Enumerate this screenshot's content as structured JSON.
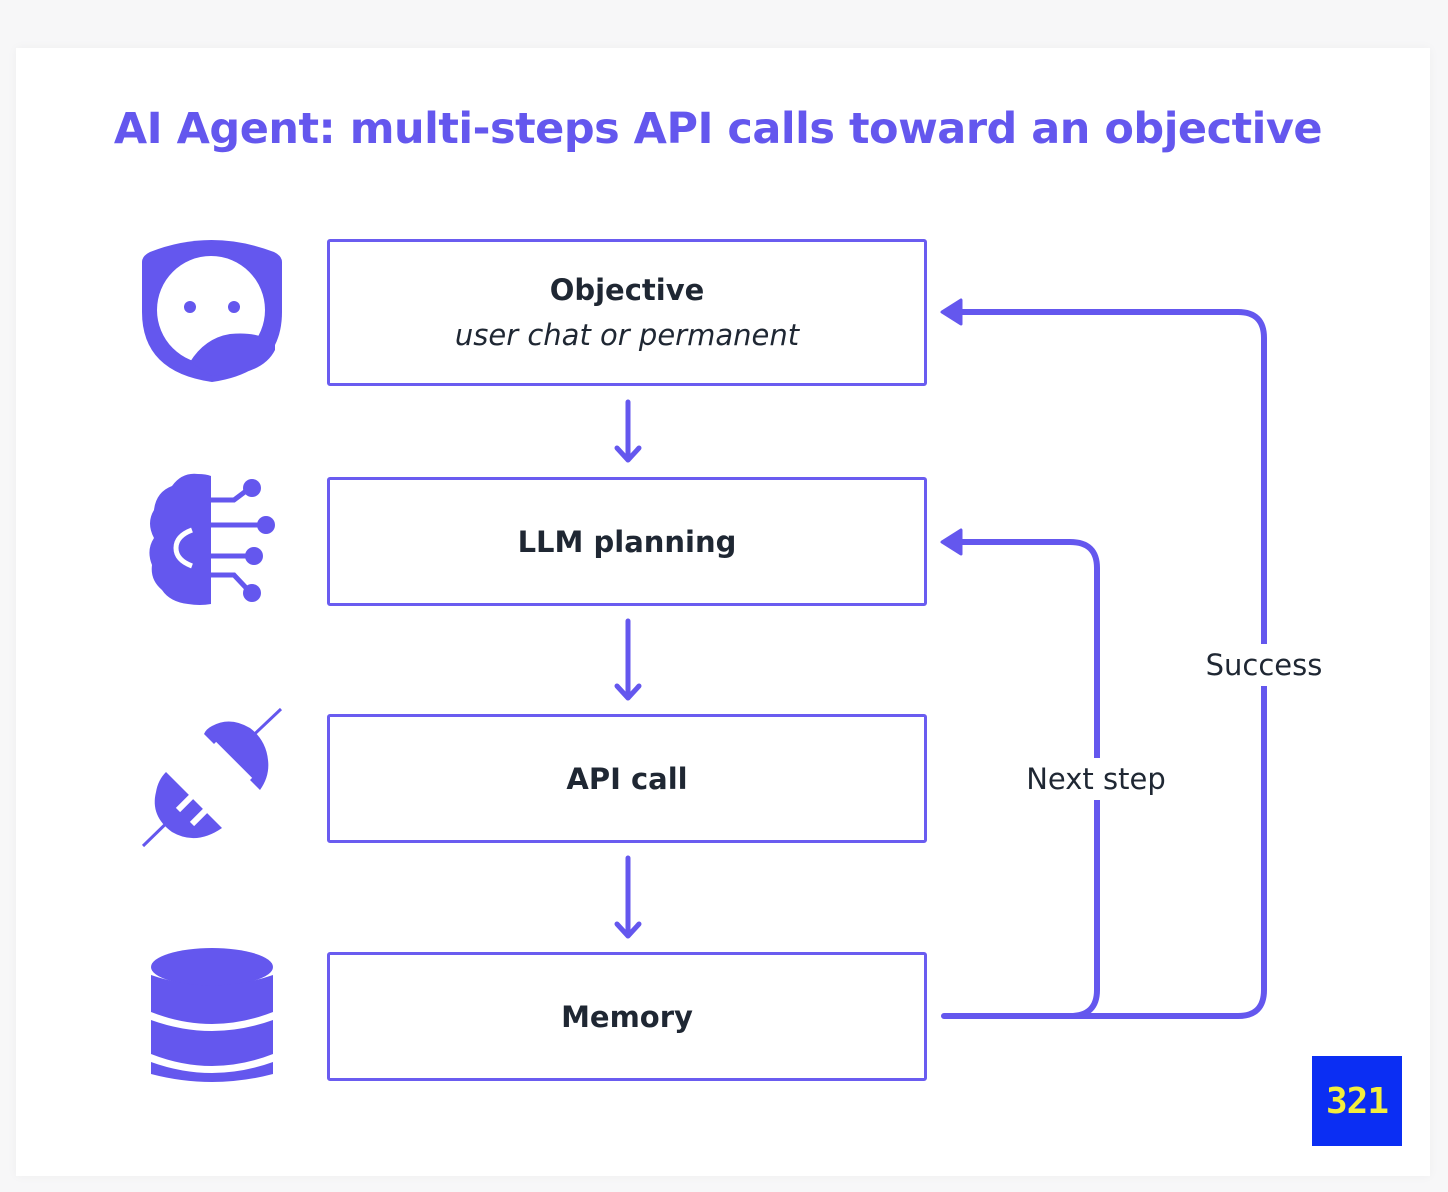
{
  "title": "AI Agent: multi-steps API calls toward an objective",
  "colors": {
    "accent": "#6457ee",
    "box_border": "#6a5cf0",
    "text": "#1f2733",
    "logo_bg": "#0b2ef3",
    "logo_fg": "#f3ee3c"
  },
  "steps": [
    {
      "title": "Objective",
      "subtitle": "user chat or permanent",
      "icon": "agent-face-icon"
    },
    {
      "title": "LLM planning",
      "icon": "brain-network-icon"
    },
    {
      "title": "API call",
      "icon": "plug-icon"
    },
    {
      "title": "Memory",
      "icon": "database-icon"
    }
  ],
  "loops": {
    "next_step": "Next step",
    "success": "Success"
  },
  "logo": {
    "text": "321"
  }
}
